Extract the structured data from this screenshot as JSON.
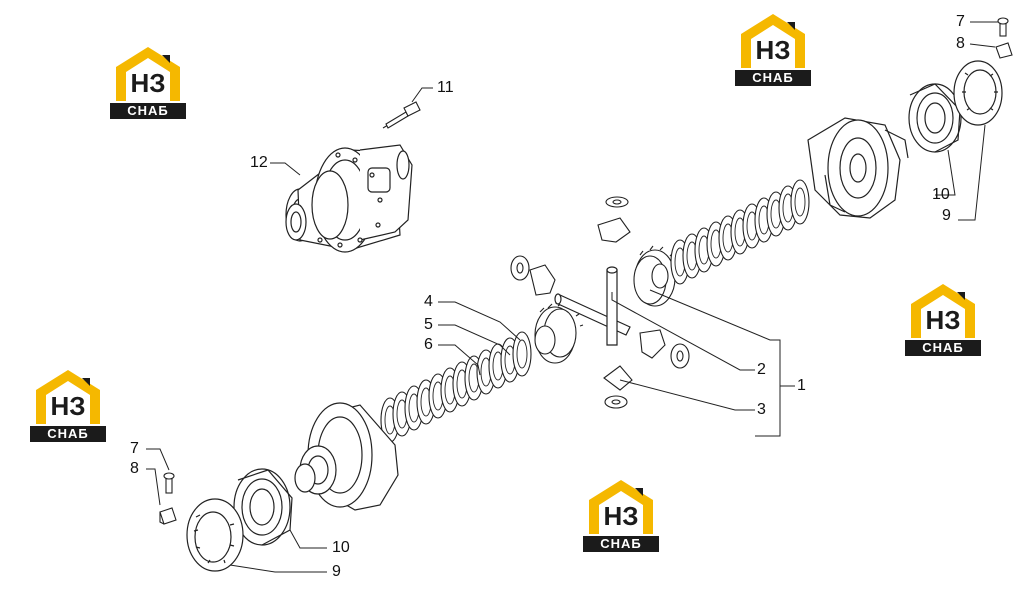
{
  "callouts": [
    {
      "id": "c1",
      "label": "1"
    },
    {
      "id": "c2",
      "label": "2"
    },
    {
      "id": "c3",
      "label": "3"
    },
    {
      "id": "c4",
      "label": "4"
    },
    {
      "id": "c5",
      "label": "5"
    },
    {
      "id": "c6",
      "label": "6"
    },
    {
      "id": "c7a",
      "label": "7"
    },
    {
      "id": "c8a",
      "label": "8"
    },
    {
      "id": "c7b",
      "label": "7"
    },
    {
      "id": "c8b",
      "label": "8"
    },
    {
      "id": "c9a",
      "label": "9"
    },
    {
      "id": "c10a",
      "label": "10"
    },
    {
      "id": "c9b",
      "label": "9"
    },
    {
      "id": "c10b",
      "label": "10"
    },
    {
      "id": "c11",
      "label": "11"
    },
    {
      "id": "c12",
      "label": "12"
    }
  ],
  "watermark": {
    "mark": "НЗ",
    "tag": "СНАБ",
    "accent_color": "#f5b800",
    "dark_color": "#1b1b1b"
  },
  "colors": {
    "line": "#222222",
    "fill": "#ffffff",
    "shade": "#d9d9d9"
  }
}
